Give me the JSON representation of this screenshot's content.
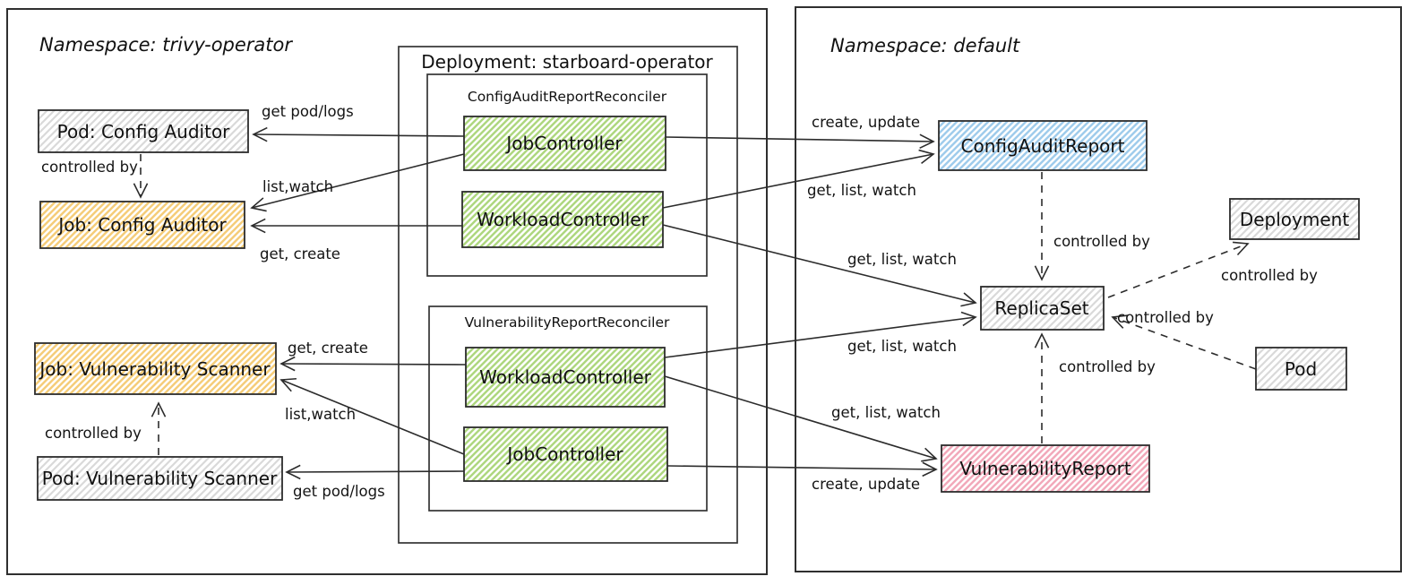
{
  "titles": {
    "left_namespace": "Namespace: trivy-operator",
    "right_namespace": "Namespace: default",
    "deployment": "Deployment: starboard-operator",
    "config_reconciler": "ConfigAuditReportReconciler",
    "vuln_reconciler": "VulnerabilityReportReconciler"
  },
  "nodes": {
    "pod_config_auditor": "Pod: Config Auditor",
    "job_config_auditor": "Job: Config Auditor",
    "job_vuln_scanner": "Job: Vulnerability Scanner",
    "pod_vuln_scanner": "Pod: Vulnerability Scanner",
    "job_controller_config": "JobController",
    "workload_controller_config": "WorkloadController",
    "workload_controller_vuln": "WorkloadController",
    "job_controller_vuln": "JobController",
    "config_audit_report": "ConfigAuditReport",
    "replica_set": "ReplicaSet",
    "deployment": "Deployment",
    "pod": "Pod",
    "vulnerability_report": "VulnerabilityReport"
  },
  "edges": {
    "config_get_pod_logs": "get pod/logs",
    "config_list_watch": "list,watch",
    "config_get_create": "get, create",
    "vuln_get_create": "get, create",
    "vuln_list_watch": "list,watch",
    "vuln_get_pod_logs": "get pod/logs",
    "car_create_update": "create, update",
    "car_get_list_watch": "get, list, watch",
    "rs_get_list_watch_config": "get, list, watch",
    "rs_get_list_watch_vuln": "get, list, watch",
    "vr_get_list_watch": "get, list, watch",
    "vr_create_update": "create, update",
    "controlled_by_pod_job_config": "controlled by",
    "controlled_by_pod_job_vuln": "controlled by",
    "controlled_by_car_rs": "controlled by",
    "controlled_by_vr_rs": "controlled by",
    "controlled_by_rs_deployment": "controlled by",
    "controlled_by_pod_rs": "controlled by"
  },
  "colors": {
    "background": "#ffffff",
    "stroke": "#2c2c2c",
    "hatch_gray": "#d9d9d9",
    "hatch_green": "#aed77f",
    "hatch_orange": "#f5cd79",
    "hatch_blue": "#9fccec",
    "hatch_pink": "#f2a9ba"
  }
}
